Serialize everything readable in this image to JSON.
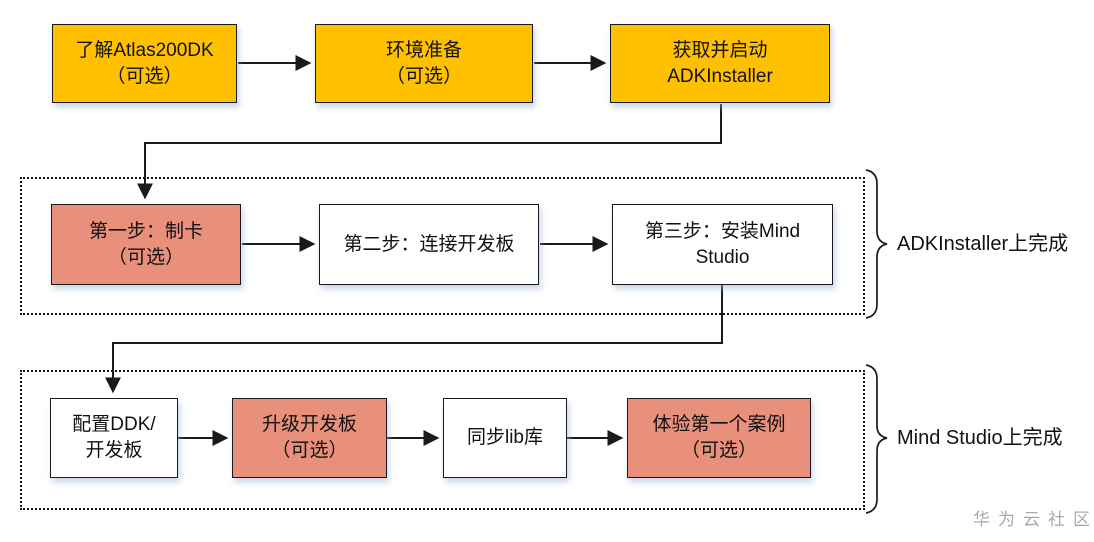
{
  "diagram": {
    "nodes": {
      "learn": "了解Atlas200DK\n（可选）",
      "env": "环境准备\n（可选）",
      "adkinstaller": "获取并启动\nADKInstaller",
      "step1": "第一步：制卡\n（可选）",
      "step2": "第二步：连接开发板",
      "step3": "第三步：安装Mind\nStudio",
      "configure": "配置DDK/\n开发板",
      "upgrade": "升级开发板\n（可选）",
      "synclib": "同步lib库",
      "firstcase": "体验第一个案例\n（可选）"
    },
    "group_labels": {
      "adk": "ADKInstaller上完成",
      "mind": "Mind Studio上完成"
    },
    "watermark": "华为云社区",
    "colors": {
      "optional_top": "#FFC000",
      "optional_step": "#E8907C",
      "default_node": "#FFFFFF",
      "line": "#1A1A1A",
      "watermark": "#A9A9A9"
    }
  }
}
